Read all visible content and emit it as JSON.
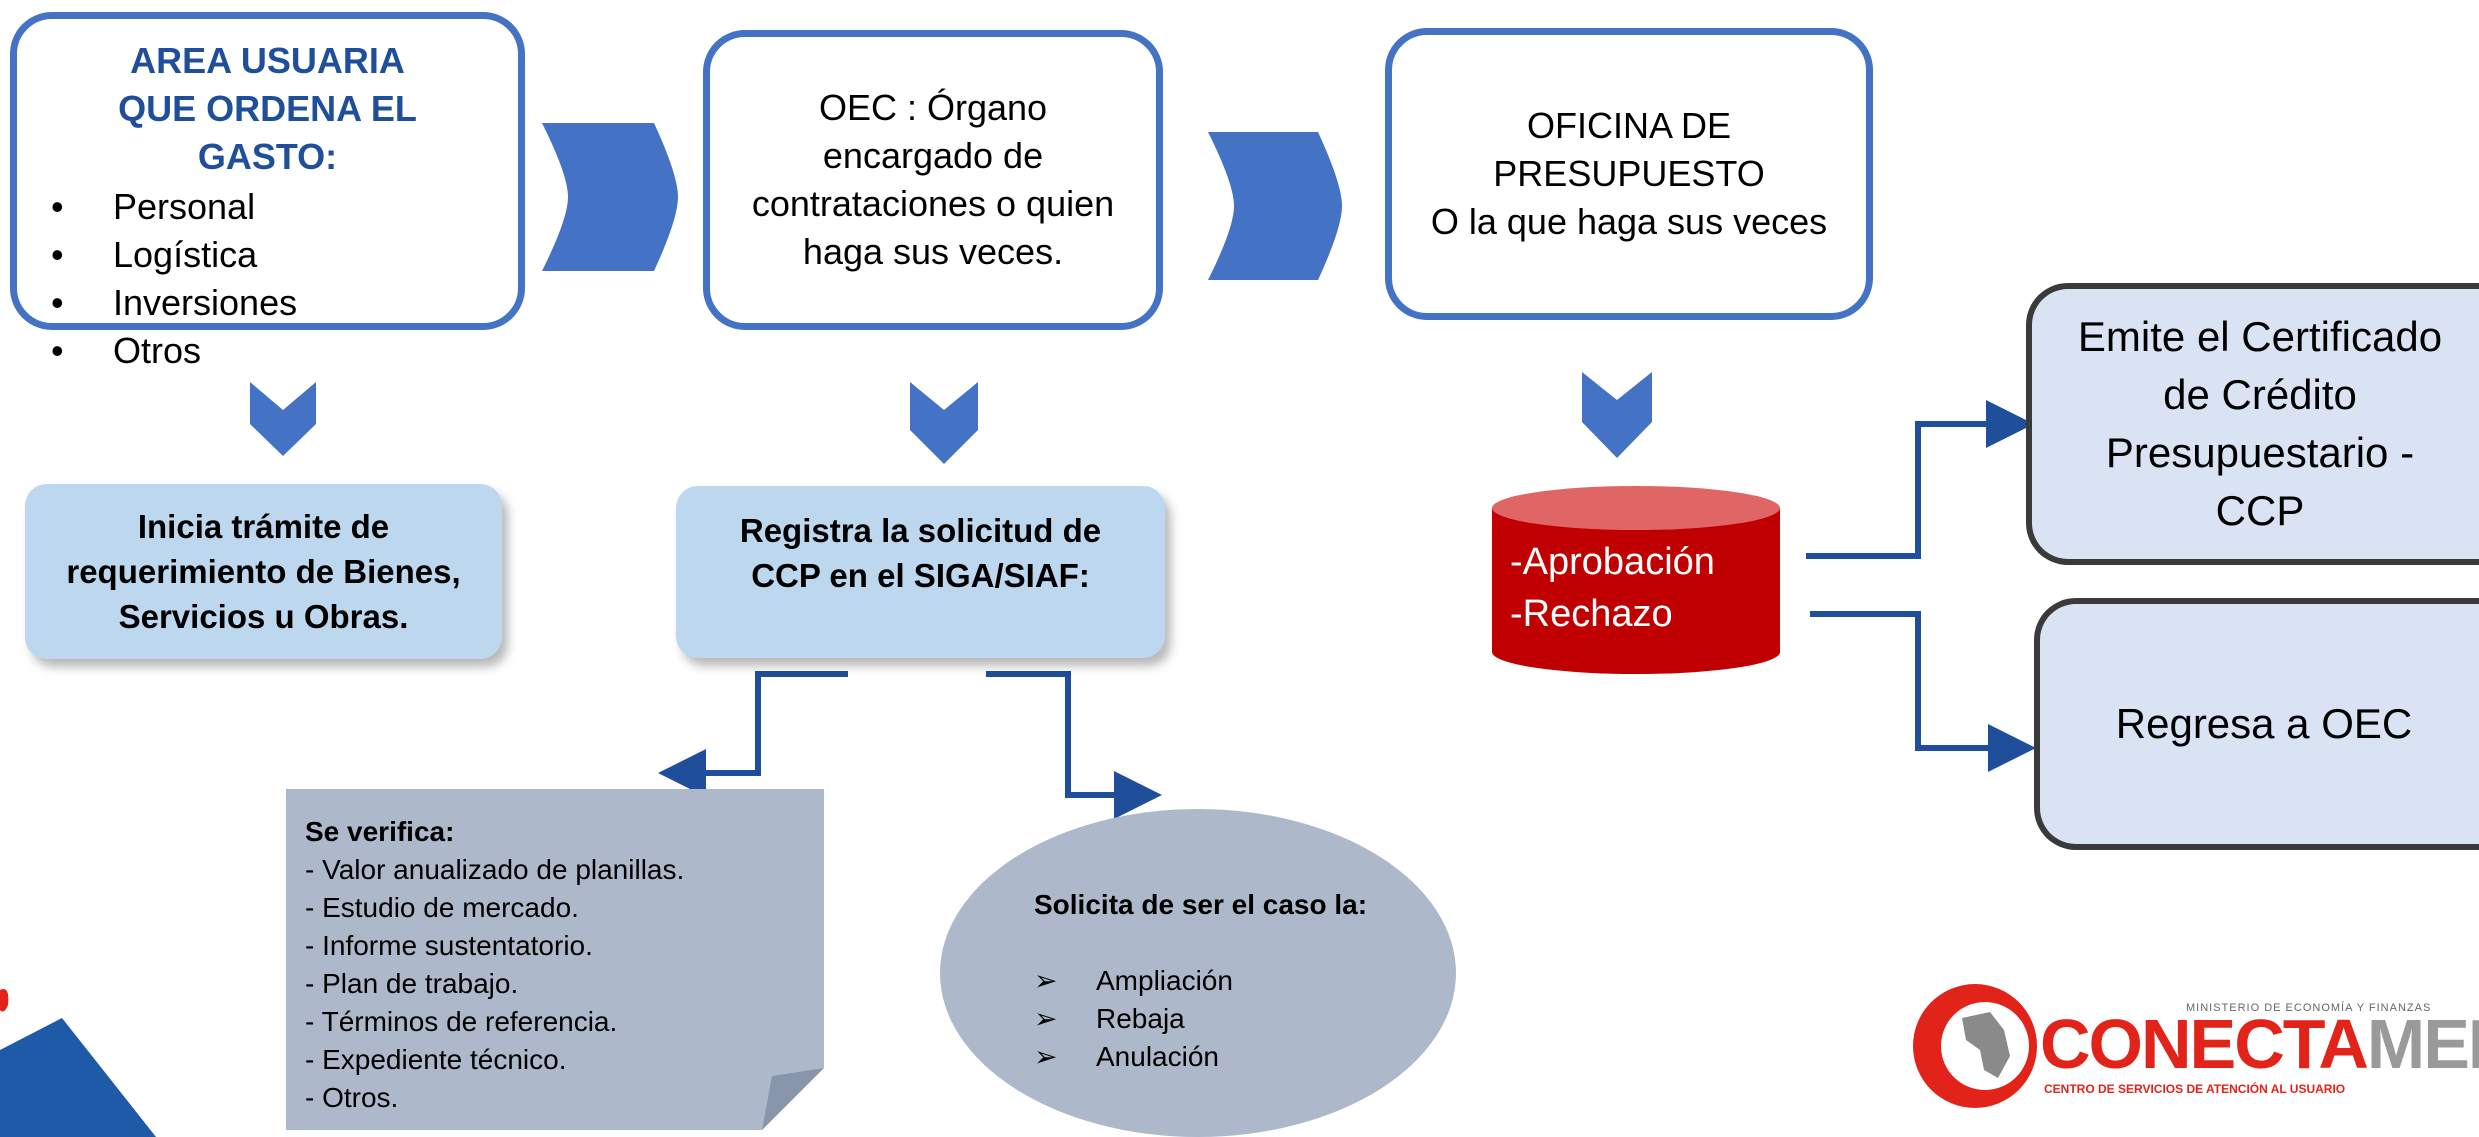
{
  "area_usuaria": {
    "title": "AREA USUARIA QUE ORDENA EL GASTO:",
    "items": [
      "Personal",
      "Logística",
      "Inversiones",
      "Otros"
    ]
  },
  "oec": {
    "text": "OEC : Órgano encargado de contrataciones o quien haga sus veces."
  },
  "oficina": {
    "line1": "OFICINA DE",
    "line2": "PRESUPUESTO",
    "line3": "O la que haga sus veces"
  },
  "inicia": {
    "text": "Inicia trámite de requerimiento de Bienes, Servicios u Obras."
  },
  "registra": {
    "text": "Registra la solicitud de CCP en el SIGA/SIAF:"
  },
  "decision": {
    "items": [
      "Aprobación",
      "Rechazo"
    ]
  },
  "emite": {
    "text": "Emite el Certificado de Crédito Presupuestario - CCP"
  },
  "regresa": {
    "text": "Regresa a OEC"
  },
  "verifica": {
    "title": "Se verifica:",
    "items": [
      "- Valor anualizado de planillas.",
      "- Estudio de mercado.",
      "- Informe sustentatorio.",
      "- Plan de trabajo.",
      "- Términos de referencia.",
      "- Expediente técnico.",
      "- Otros."
    ]
  },
  "solicita": {
    "title": "Solicita de ser el caso la:",
    "items": [
      "Ampliación",
      "Rebaja",
      "Anulación"
    ]
  },
  "logo": {
    "ministry": "MINISTERIO DE ECONOMÍA Y FINANZAS",
    "name_part1": "CONECTA",
    "name_part2": "MEF",
    "tagline": "CENTRO DE SERVICIOS DE ATENCIÓN AL USUARIO"
  },
  "colors": {
    "box_border": "#4472C4",
    "chevron": "#4472C4",
    "light_box": "#BDD7EE",
    "result_box": "#DAE3F3",
    "gray_shape": "#ADB9CA",
    "cylinder": "#C00000",
    "connector": "#1F4E9A",
    "title_blue": "#1F4E9A",
    "logo_red": "#E2231A"
  }
}
